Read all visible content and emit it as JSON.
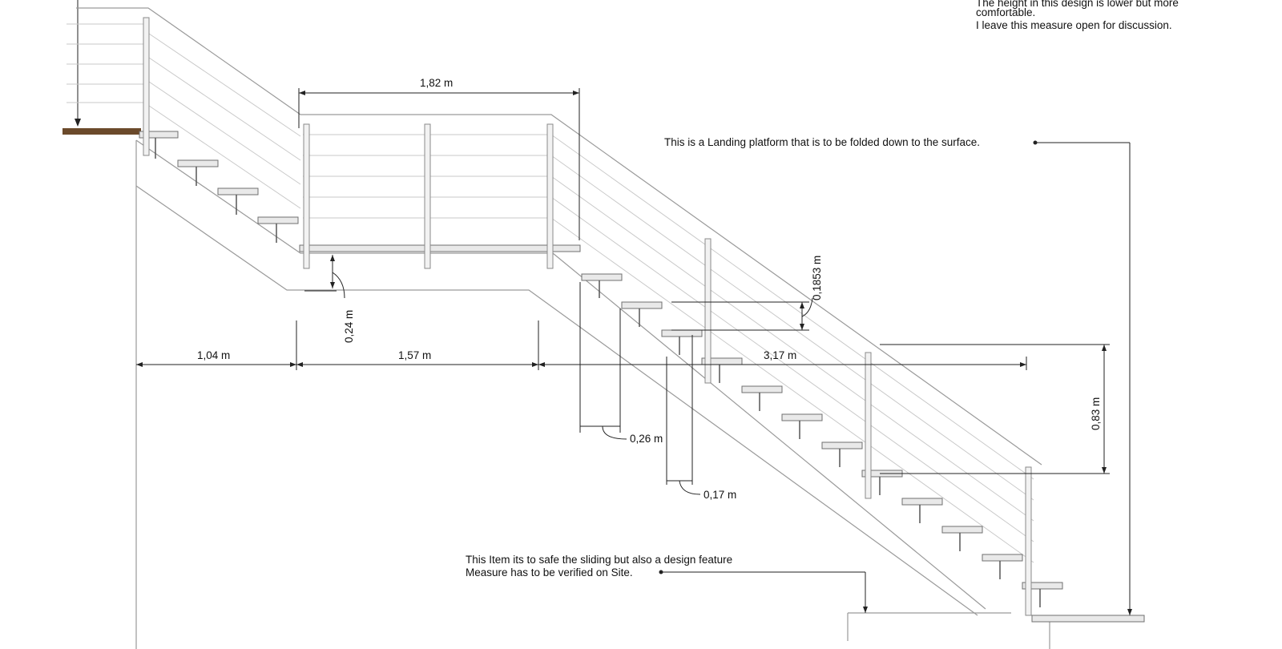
{
  "notes": {
    "height_note_line1": "The height in this design is lower but more",
    "height_note_line2": "comfortable.",
    "height_note_line3": "I leave this measure open for discussion.",
    "landing_note": "This is a Landing platform that is to be folded down to the surface.",
    "slide_note_line1": "This Item its to safe the sliding but also a design feature",
    "slide_note_line2": "Measure has to be verified on Site."
  },
  "dimensions": {
    "landing_width": "1,82 m",
    "landing_gap": "0,24 m",
    "upper_run": "1,04 m",
    "landing_run": "1,57 m",
    "lower_run": "3,17 m",
    "riser": "0,1853 m",
    "going": "0,26 m",
    "nosing": "0,17 m",
    "handrail_height": "0,83 m"
  },
  "colors": {
    "line": "#9a9a9a",
    "deck": "#6b4a2b",
    "text": "#111111"
  }
}
